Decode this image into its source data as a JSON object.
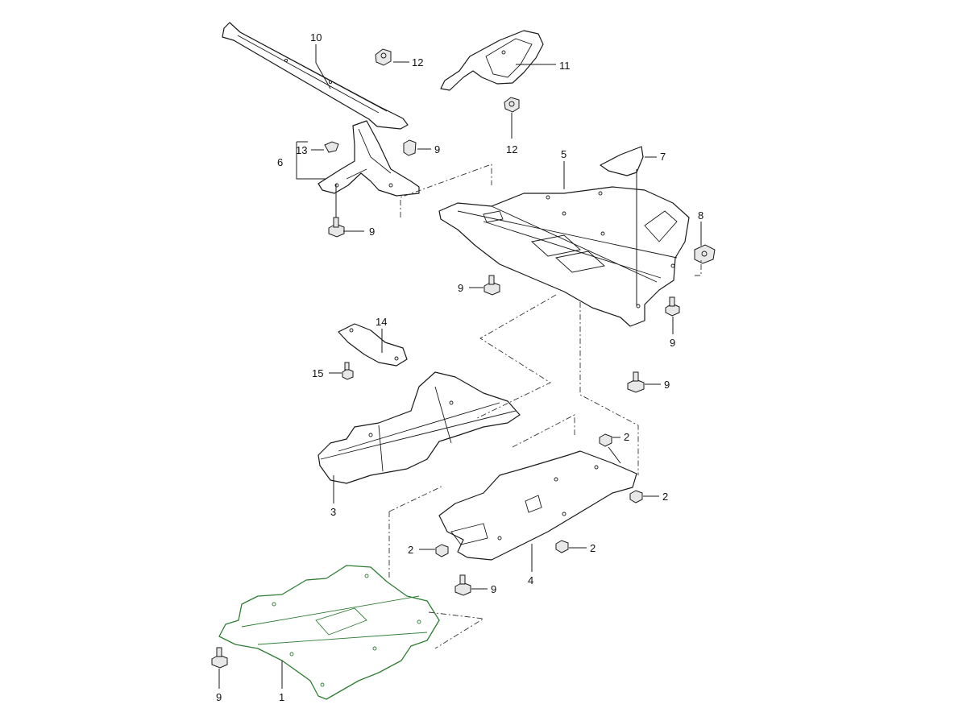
{
  "diagram": {
    "title": "Underbody panels exploded view",
    "colors": {
      "line": "#1a1a1a",
      "highlight": "#2e7d32",
      "fill": "#ffffff"
    },
    "callouts": {
      "c10": "10",
      "c12a": "12",
      "c11": "11",
      "c12b": "12",
      "c13": "13",
      "c6": "6",
      "c9a": "9",
      "c9b": "9",
      "c5": "5",
      "c7": "7",
      "c8": "8",
      "c9c": "9",
      "c9d": "9",
      "c14": "14",
      "c15": "15",
      "c9e": "9",
      "c3": "3",
      "c2a": "2",
      "c2b": "2",
      "c2c": "2",
      "c2d": "2",
      "c4": "4",
      "c9f": "9",
      "c9g": "9",
      "c1": "1"
    }
  }
}
